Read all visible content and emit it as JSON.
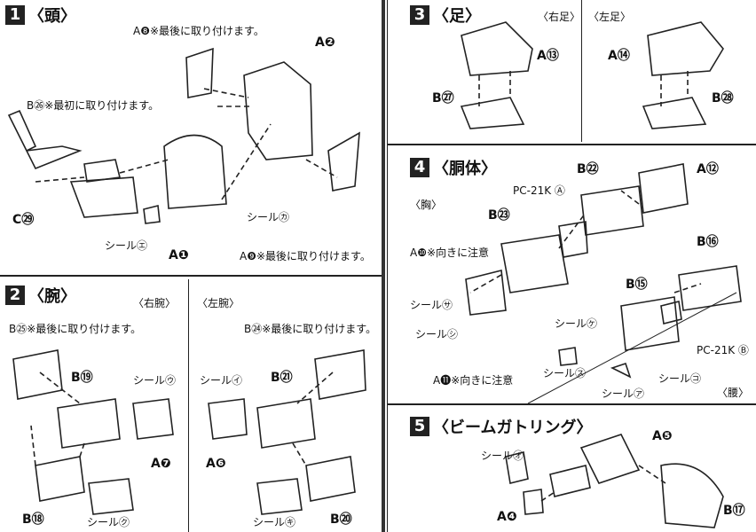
{
  "sections": {
    "head": {
      "number": "1",
      "title": "〈頭〉",
      "labels": {
        "a8": "A❽※最後に取り付けます。",
        "a2": "A❷",
        "b26": "B㉖※最初に取り付けます。",
        "c29": "C㉙",
        "seal_ka": "シール㋕",
        "seal_e": "シール㋓",
        "a1": "A❶",
        "a9": "A❾※最後に取り付けます。"
      }
    },
    "arm": {
      "number": "2",
      "title": "〈腕〉",
      "right": "〈右腕〉",
      "left": "〈左腕〉",
      "labels": {
        "b25": "B㉕※最後に取り付けます。",
        "b19": "B⑲",
        "seal_u": "シール㋒",
        "a7": "A❼",
        "b18": "B⑱",
        "seal_ku": "シール㋗",
        "b24": "B㉔※最後に取り付けます。",
        "seal_i": "シール㋑",
        "b21": "B㉑",
        "a6": "A❻",
        "seal_ki": "シール㋖",
        "b20": "B⑳"
      }
    },
    "leg": {
      "number": "3",
      "title": "〈足〉",
      "right": "〈右足〉",
      "left": "〈左足〉",
      "labels": {
        "a13": "A⑬",
        "b27": "B㉗",
        "a14": "A⑭",
        "b28": "B㉘"
      }
    },
    "body": {
      "number": "4",
      "title": "〈胴体〉",
      "chest": "〈胸〉",
      "waist": "〈腰〉",
      "labels": {
        "b22": "B㉒",
        "a12": "A⑫",
        "pc21ka": "PC-21K Ⓐ",
        "b23": "B㉓",
        "a10": "A❿※向きに注意",
        "b16": "B⑯",
        "seal_sa": "シール㋚",
        "seal_shi": "シール㋛",
        "b15": "B⑮",
        "seal_ke": "シール㋘",
        "pc21kb": "PC-21K Ⓑ",
        "seal_su": "シール㋜",
        "seal_ko": "シール㋙",
        "seal_a": "シール㋐",
        "a11": "A⓫※向きに注意"
      }
    },
    "gatling": {
      "number": "5",
      "title": "〈ビームガトリング〉",
      "labels": {
        "a5": "A❺",
        "seal_o": "シール㋔",
        "a4": "A❹",
        "b17": "B⑰"
      }
    }
  }
}
